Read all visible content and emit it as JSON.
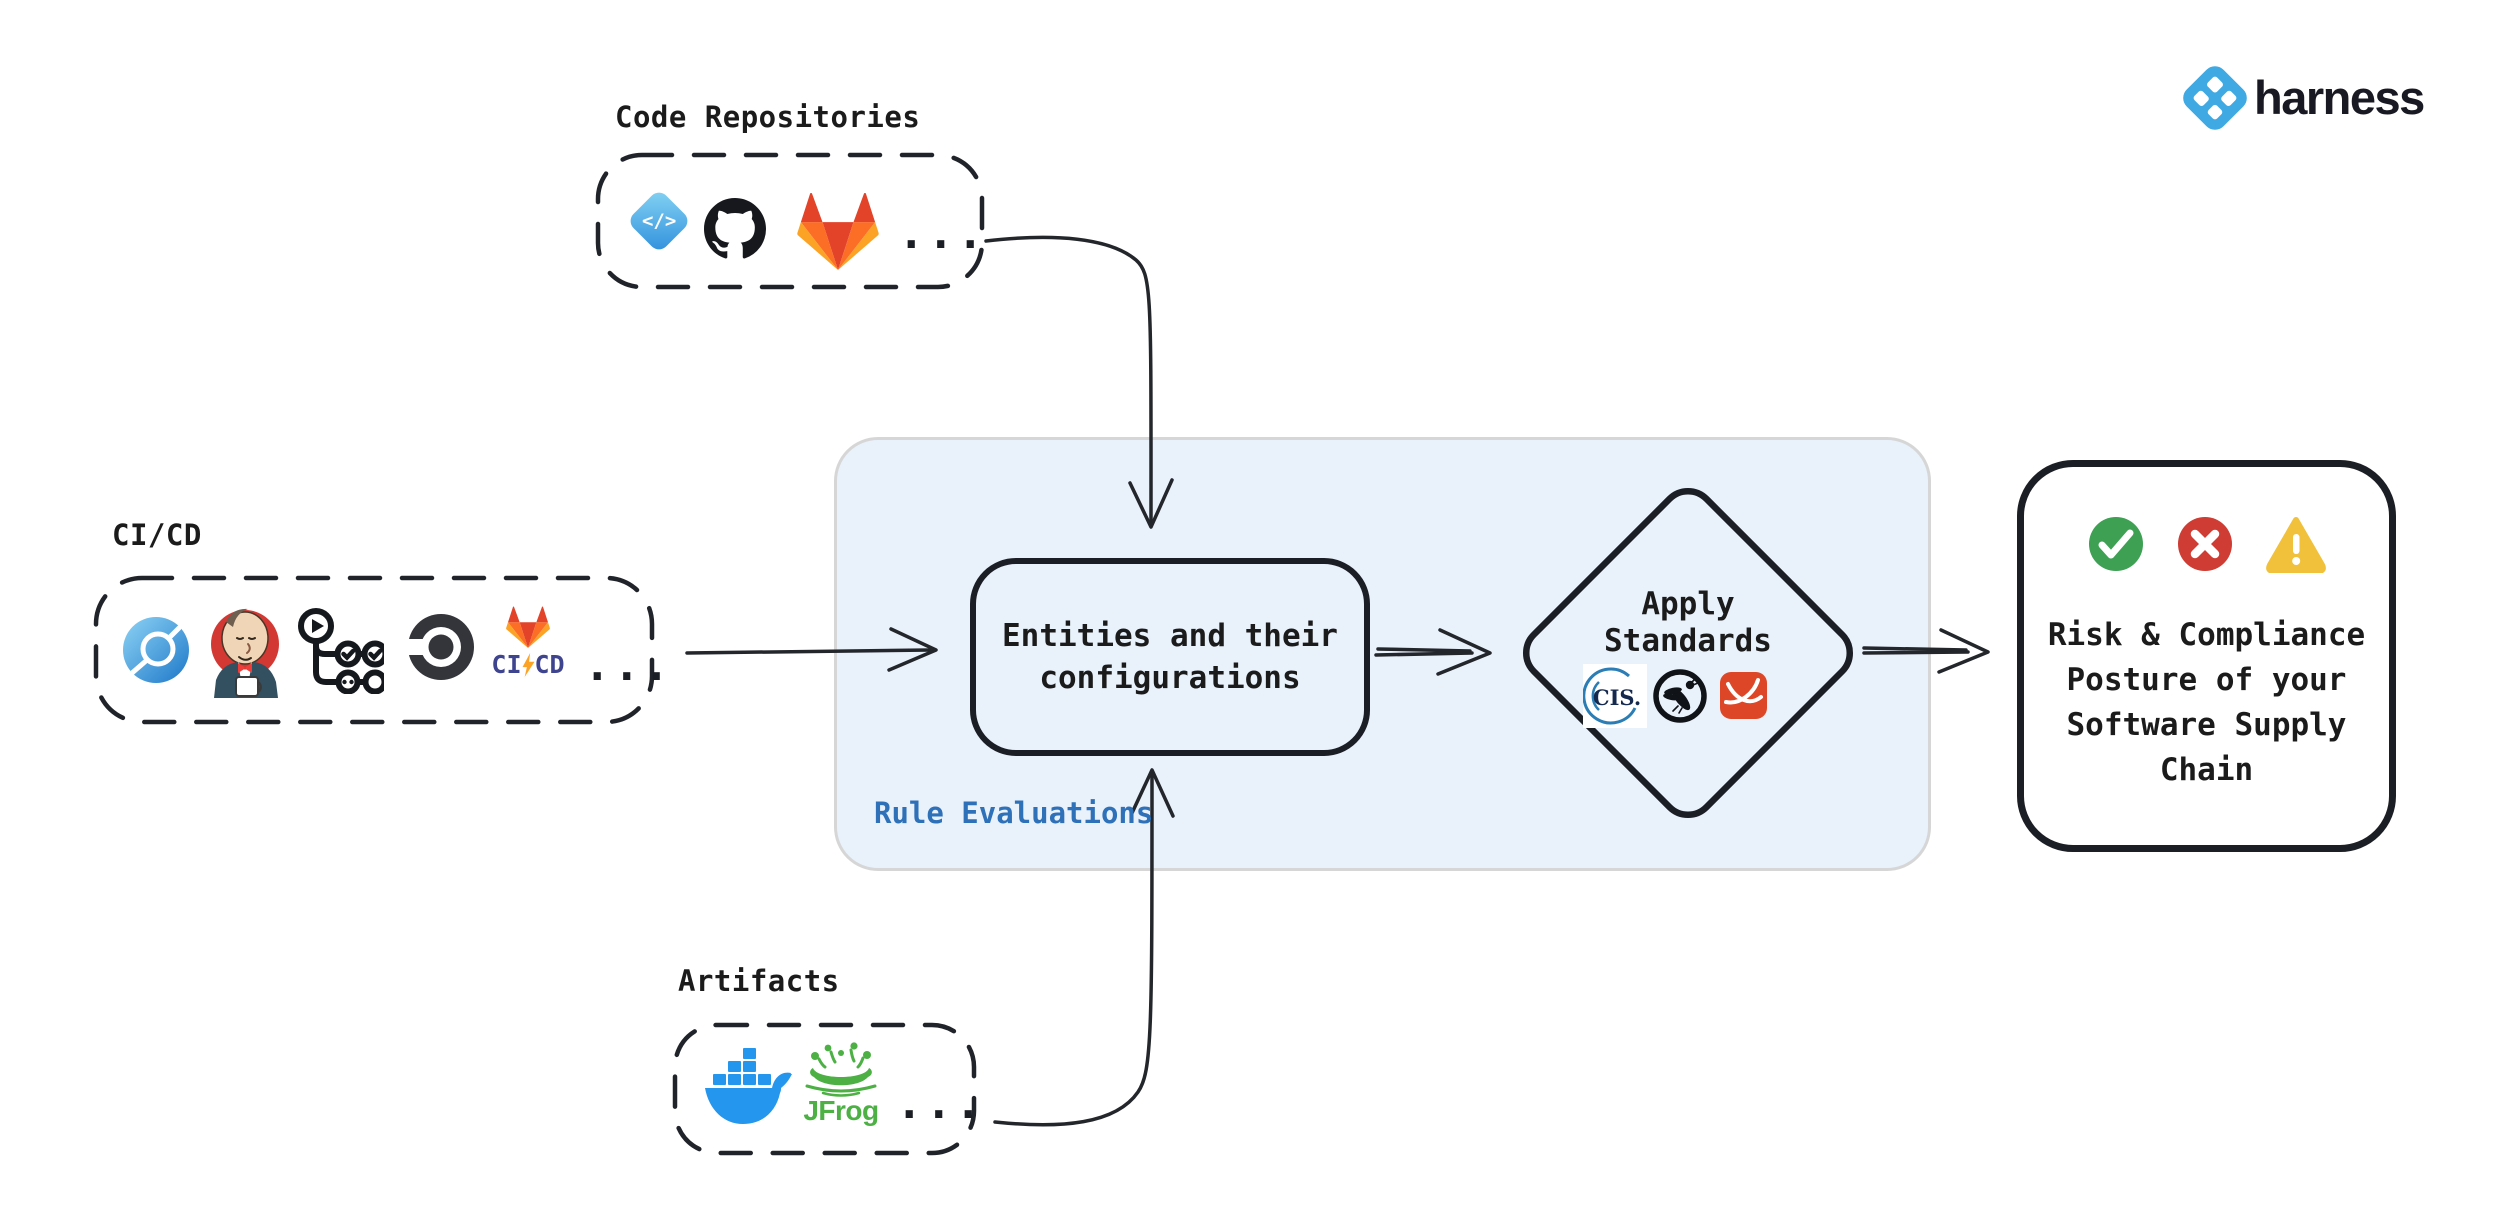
{
  "colors": {
    "harness_blue": "#3fa9e3",
    "panel_bg": "#e9f1fb",
    "panel_border": "#d6d6d6",
    "rule_label_blue": "#2e71b8",
    "ink": "#1b1e24",
    "pass_green": "#3da053",
    "fail_red": "#ce3c33",
    "warn_yellow": "#f1c13c",
    "docker_blue": "#2496ed",
    "jfrog_green": "#4cb044",
    "gitlab_orange": "#fc6d26"
  },
  "brand": {
    "wordmark": "harness",
    "icon": "harness-logo-icon"
  },
  "sources": {
    "code_repositories": {
      "label": "Code Repositories",
      "icons": [
        {
          "name": "harness-code-icon",
          "glyph": "</>"
        },
        {
          "name": "github-icon"
        },
        {
          "name": "gitlab-icon"
        }
      ],
      "more": "..."
    },
    "cicd": {
      "label": "CI/CD",
      "icons": [
        {
          "name": "harness-ci-icon"
        },
        {
          "name": "jenkins-icon"
        },
        {
          "name": "github-actions-icon"
        },
        {
          "name": "circleci-icon"
        },
        {
          "name": "gitlab-cicd-icon",
          "ci": "CI",
          "cd": "CD"
        }
      ],
      "more": "..."
    },
    "artifacts": {
      "label": "Artifacts",
      "icons": [
        {
          "name": "docker-icon"
        },
        {
          "name": "jfrog-icon",
          "wordmark": "JFrog"
        }
      ],
      "more": "..."
    }
  },
  "rule_evaluations": {
    "label": "Rule Evaluations",
    "entities_box": {
      "line1": "Entities and their",
      "line2": "configurations"
    },
    "apply_standards": {
      "line1": "Apply",
      "line2": "Standards",
      "icons": [
        {
          "name": "cis-icon",
          "text": "CIS."
        },
        {
          "name": "owasp-icon"
        },
        {
          "name": "orange-standard-icon"
        }
      ]
    }
  },
  "outcome": {
    "status_icons": [
      "pass-icon",
      "fail-icon",
      "warning-icon"
    ],
    "lines": [
      "Risk & Compliance",
      "Posture of your",
      "Software Supply",
      "Chain"
    ]
  }
}
